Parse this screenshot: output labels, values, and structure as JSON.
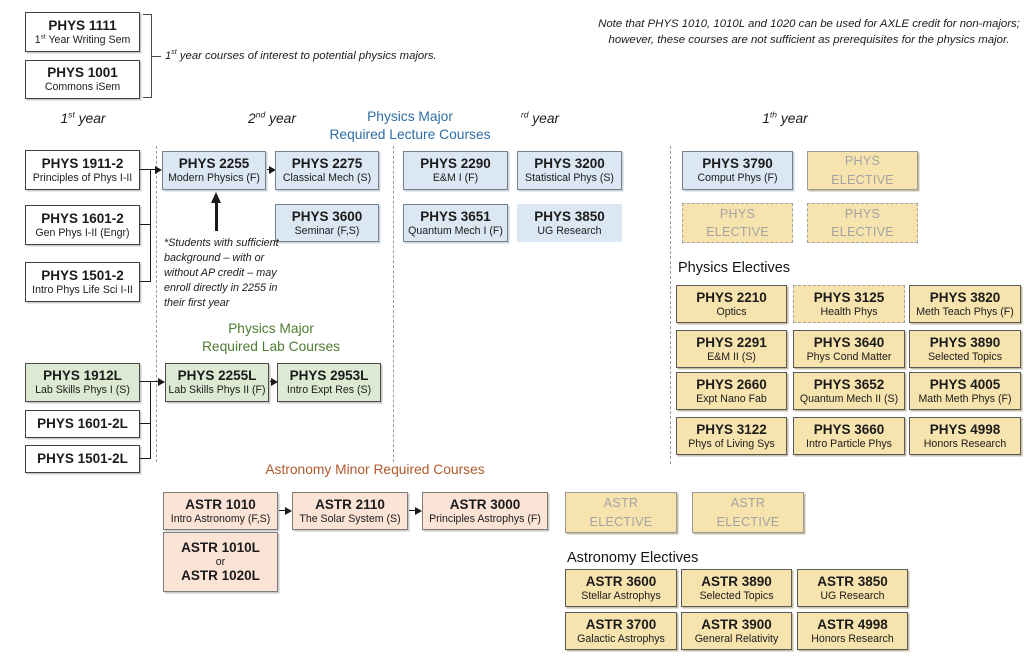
{
  "colors": {
    "lecture_heading": "#2e6da4",
    "lab_heading": "#4e7d33",
    "astro_heading": "#b05a2b",
    "blue_box": "#dbe7f3",
    "green_box": "#dcead3",
    "yellow_box": "#f6e3ad",
    "pink_box": "#fbe3d6",
    "elective_text": "#a3a3a3"
  },
  "notes": {
    "top_right_line1": "Note that PHYS 1010, 1010L and 1020 can be used for AXLE credit for non-majors;",
    "top_right_line2": "however, these courses are not sufficient as prerequisites for the physics major.",
    "intro_num": "1",
    "intro_sup": "st",
    "intro_rest": " year courses of interest to potential physics majors.",
    "students": "*Students with sufficient background – with or without AP credit – may enroll directly in 2255 in their first year"
  },
  "headers": {
    "y1": {
      "num": "1",
      "sup": "st",
      "rest": " year"
    },
    "y2": {
      "num": "2",
      "sup": "nd",
      "rest": " year"
    },
    "y3": {
      "num": "",
      "sup": "rd",
      "rest": " year"
    },
    "y4": {
      "num": "1",
      "sup": "th",
      "rest": " year"
    },
    "lecture_line1": "Physics Major",
    "lecture_line2": "Required Lecture Courses",
    "lab_line1": "Physics Major",
    "lab_line2": "Required Lab Courses",
    "astro_required": "Astronomy Minor Required Courses"
  },
  "courses": {
    "phys1111": {
      "code": "PHYS 1111",
      "name_num": "1",
      "name_sup": "st",
      "name_rest": " Year Writing Sem"
    },
    "phys1001": {
      "code": "PHYS 1001",
      "name": "Commons iSem"
    },
    "phys1911": {
      "code": "PHYS 1911-2",
      "name": "Principles of Phys I-II"
    },
    "phys1601": {
      "code": "PHYS 1601-2",
      "name": "Gen Phys I-II (Engr)"
    },
    "phys1501": {
      "code": "PHYS 1501-2",
      "name": "Intro Phys Life Sci I-II"
    },
    "phys2255": {
      "code": "PHYS 2255",
      "name": "Modern Physics (F)"
    },
    "phys2275": {
      "code": "PHYS 2275",
      "name": "Classical Mech (S)"
    },
    "phys3600": {
      "code": "PHYS 3600",
      "name": "Seminar (F,S)"
    },
    "phys2290": {
      "code": "PHYS 2290",
      "name": "E&M I (F)"
    },
    "phys3200": {
      "code": "PHYS 3200",
      "name": "Statistical Phys (S)"
    },
    "phys3651": {
      "code": "PHYS 3651",
      "name": "Quantum Mech I (F)"
    },
    "phys3850": {
      "code": "PHYS 3850",
      "name": "UG Research"
    },
    "phys3790": {
      "code": "PHYS 3790",
      "name": "Comput Phys (F)"
    },
    "phys_elective": {
      "line1": "PHYS",
      "line2": "ELECTIVE"
    },
    "astr_elective": {
      "line1": "ASTR",
      "line2": "ELECTIVE"
    },
    "phys1912L": {
      "code": "PHYS 1912L",
      "name": "Lab Skills Phys I (S)"
    },
    "phys2255L": {
      "code": "PHYS 2255L",
      "name": "Lab Skills Phys II (F)"
    },
    "phys2953L": {
      "code": "PHYS 2953L",
      "name": "Intro Expt Res (S)"
    },
    "phys1601L": {
      "code": "PHYS 1601-2L"
    },
    "phys1501L": {
      "code": "PHYS 1501-2L"
    },
    "astr1010": {
      "code": "ASTR 1010",
      "name": "Intro Astronomy (F,S)"
    },
    "astr2110": {
      "code": "ASTR 2110",
      "name": "The Solar System (S)"
    },
    "astr3000": {
      "code": "ASTR 3000",
      "name": "Principles Astrophys (F)"
    },
    "astr1010L": {
      "line1": "ASTR 1010L",
      "line2": "or",
      "line3": "ASTR 1020L"
    }
  },
  "phys_electives": {
    "title": "Physics Electives",
    "rows": [
      [
        {
          "code": "PHYS 2210",
          "name": "Optics"
        },
        {
          "code": "PHYS 3125",
          "name": "Health Phys"
        },
        {
          "code": "PHYS 3820",
          "name": "Meth Teach Phys (F)"
        }
      ],
      [
        {
          "code": "PHYS 2291",
          "name": "E&M II (S)"
        },
        {
          "code": "PHYS 3640",
          "name": "Phys Cond Matter"
        },
        {
          "code": "PHYS 3890",
          "name": "Selected Topics"
        }
      ],
      [
        {
          "code": "PHYS 2660",
          "name": "Expt Nano Fab"
        },
        {
          "code": "PHYS 3652",
          "name": "Quantum Mech II (S)"
        },
        {
          "code": "PHYS 4005",
          "name": "Math Meth Phys (F)"
        }
      ],
      [
        {
          "code": "PHYS 3122",
          "name": "Phys of Living Sys"
        },
        {
          "code": "PHYS 3660",
          "name": "Intro Particle Phys"
        },
        {
          "code": "PHYS 4998",
          "name": "Honors Research"
        }
      ]
    ]
  },
  "astro_electives": {
    "title": "Astronomy Electives",
    "rows": [
      [
        {
          "code": "ASTR 3600",
          "name": "Stellar Astrophys"
        },
        {
          "code": "ASTR 3890",
          "name": "Selected Topics"
        },
        {
          "code": "ASTR 3850",
          "name": "UG Research"
        }
      ],
      [
        {
          "code": "ASTR 3700",
          "name": "Galactic Astrophys"
        },
        {
          "code": "ASTR 3900",
          "name": "General Relativity"
        },
        {
          "code": "ASTR 4998",
          "name": "Honors Research"
        }
      ]
    ]
  }
}
